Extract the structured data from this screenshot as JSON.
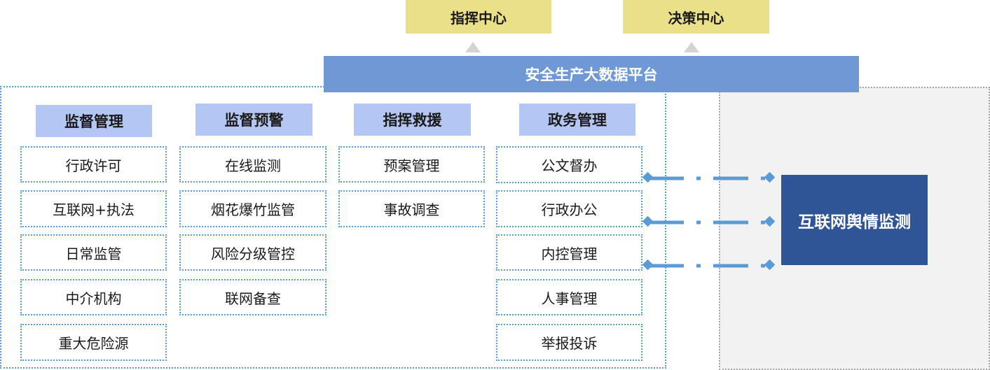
{
  "top_boxes": [
    "指挥中心",
    "决策中心"
  ],
  "platform": "安全生产大数据平台",
  "columns": [
    {
      "header": "监督管理",
      "items": [
        "行政许可",
        "互联网+执法",
        "日常监管",
        "中介机构",
        "重大危险源"
      ]
    },
    {
      "header": "监督预警",
      "items": [
        "在线监测",
        "烟花爆竹监管",
        "风险分级管控",
        "联网备查"
      ]
    },
    {
      "header": "指挥救援",
      "items": [
        "预案管理",
        "事故调查"
      ]
    },
    {
      "header": "政务管理",
      "items": [
        "公文督办",
        "行政办公",
        "内控管理",
        "人事管理",
        "举报投诉"
      ]
    }
  ],
  "monitor": "互联网舆情监测",
  "colors": {
    "top_box": "#ebe08a",
    "platform": "#7098d4",
    "column_header": "#b4c7f4",
    "item_border": "#5b9bd5",
    "monitor": "#2f5597",
    "connector": "#5b9bd5"
  }
}
